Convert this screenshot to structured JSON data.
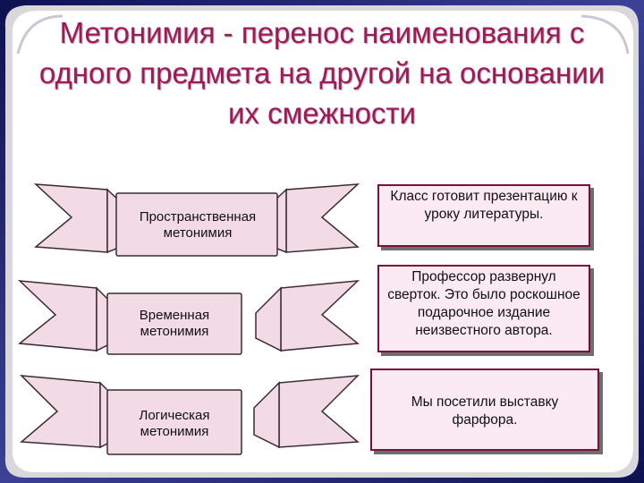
{
  "slide": {
    "title": "Метонимия - перенос наименования с одного предмета на другой на основании их смежности"
  },
  "types": [
    {
      "label": "Пространственная метонимия"
    },
    {
      "label": "Временная метонимия"
    },
    {
      "label": "Логическая метонимия"
    }
  ],
  "examples": [
    {
      "text": "Класс готовит презентацию к уроку литературы."
    },
    {
      "text": "Профессор развернул сверток. Это было роскошное подарочное издание неизвестного автора."
    },
    {
      "text": "Мы посетили выставку фарфора."
    }
  ],
  "colors": {
    "title": "#a3175a",
    "frame_dark": "#1a1f6e",
    "banner_fill": "#f3dbe6",
    "border": "#7a0f3b"
  }
}
